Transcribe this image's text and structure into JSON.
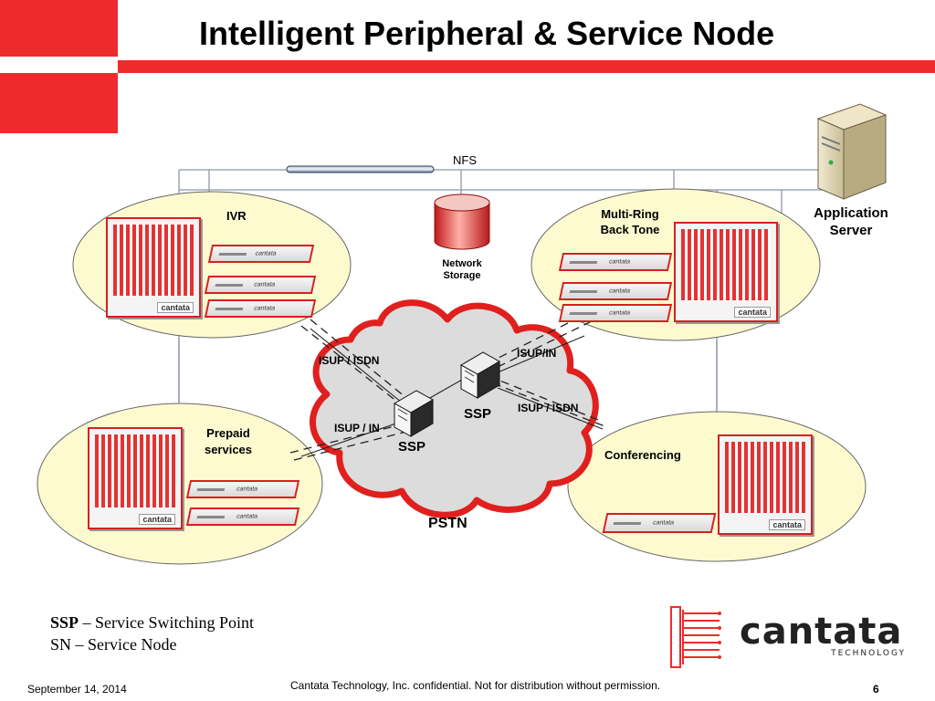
{
  "title": "Intelligent Peripheral & Service Node",
  "nfs_label": "NFS",
  "storage_label": "Network Storage",
  "storage_label_line1": "Network",
  "storage_label_line2": "Storage",
  "app_server_line1": "Application",
  "app_server_line2": "Server",
  "nodes": {
    "ivr": "IVR",
    "multiring_line1": "Multi-Ring",
    "multiring_line2": "Back Tone",
    "prepaid_line1": "Prepaid",
    "prepaid_line2": "services",
    "conferencing": "Conferencing"
  },
  "cloud": {
    "pstn": "PSTN",
    "ssp_left": "SSP",
    "ssp_right": "SSP",
    "isup_isdn_left": "ISUP / ISDN",
    "isup_in_right": "ISUP/IN",
    "isup_isdn_right": "ISUP / ISDN",
    "isup_in_left": "ISUP / IN"
  },
  "device_brand": "cantata",
  "legend": {
    "ssp_abbr": "SSP",
    "ssp_def": " – Service Switching Point",
    "sn_line": "SN – Service Node"
  },
  "logo": {
    "name": "cantata",
    "sub": "TECHNOLOGY"
  },
  "footer": {
    "date": "September 14, 2014",
    "confidential": "Cantata Technology, Inc. confidential. Not for distribution without permission.",
    "page": "6"
  },
  "colors": {
    "accent_red": "#ee2b2b",
    "node_fill": "#fdfad0",
    "cloud_fill": "#dcdcdc",
    "cloud_outline": "#e0201e"
  }
}
